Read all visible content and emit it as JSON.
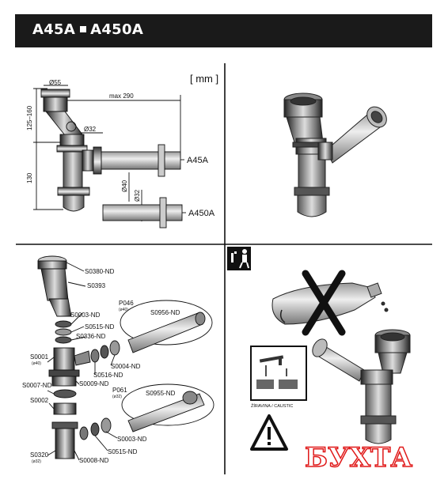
{
  "header": {
    "model_a": "A45A",
    "model_b": "A450A"
  },
  "dimension_drawing": {
    "units": "[ mm ]",
    "dims": {
      "top_diameter": "Ø55",
      "max_length": "max 290",
      "height_range": "125–160",
      "pipe_diameter": "Ø32",
      "height_lower": "130",
      "outlet_d40": "Ø40",
      "outlet_d32": "Ø32"
    },
    "variant_a": "A45A",
    "variant_b": "A450A"
  },
  "parts": {
    "s0380": "S0380-ND",
    "s0393": "S0393",
    "s0003_top": "S0003-ND",
    "s0515_top": "S0515-ND",
    "s0336": "S0336-ND",
    "p046": "P046",
    "p046_sub": "(ø40)",
    "s0956": "S0956-ND",
    "s0001": "S0001",
    "s0001_sub": "(ø40)",
    "s0516": "S0516-ND",
    "s0004": "S0004-ND",
    "s0009": "S0009-ND",
    "s0007": "S0007-ND",
    "p061": "P061",
    "p061_sub": "(ø32)",
    "s0955": "S0955-ND",
    "s0002": "S0002",
    "s0003_bottom": "S0003-ND",
    "s0515_bottom": "S0515-ND",
    "s0320": "S0320",
    "s0320_sub": "(ø32)",
    "s0008": "S0008-ND"
  },
  "warning": {
    "caustic_label": "ŽÍRAVINA / CAUSTIC"
  },
  "watermark": {
    "text": "БУХТА"
  }
}
